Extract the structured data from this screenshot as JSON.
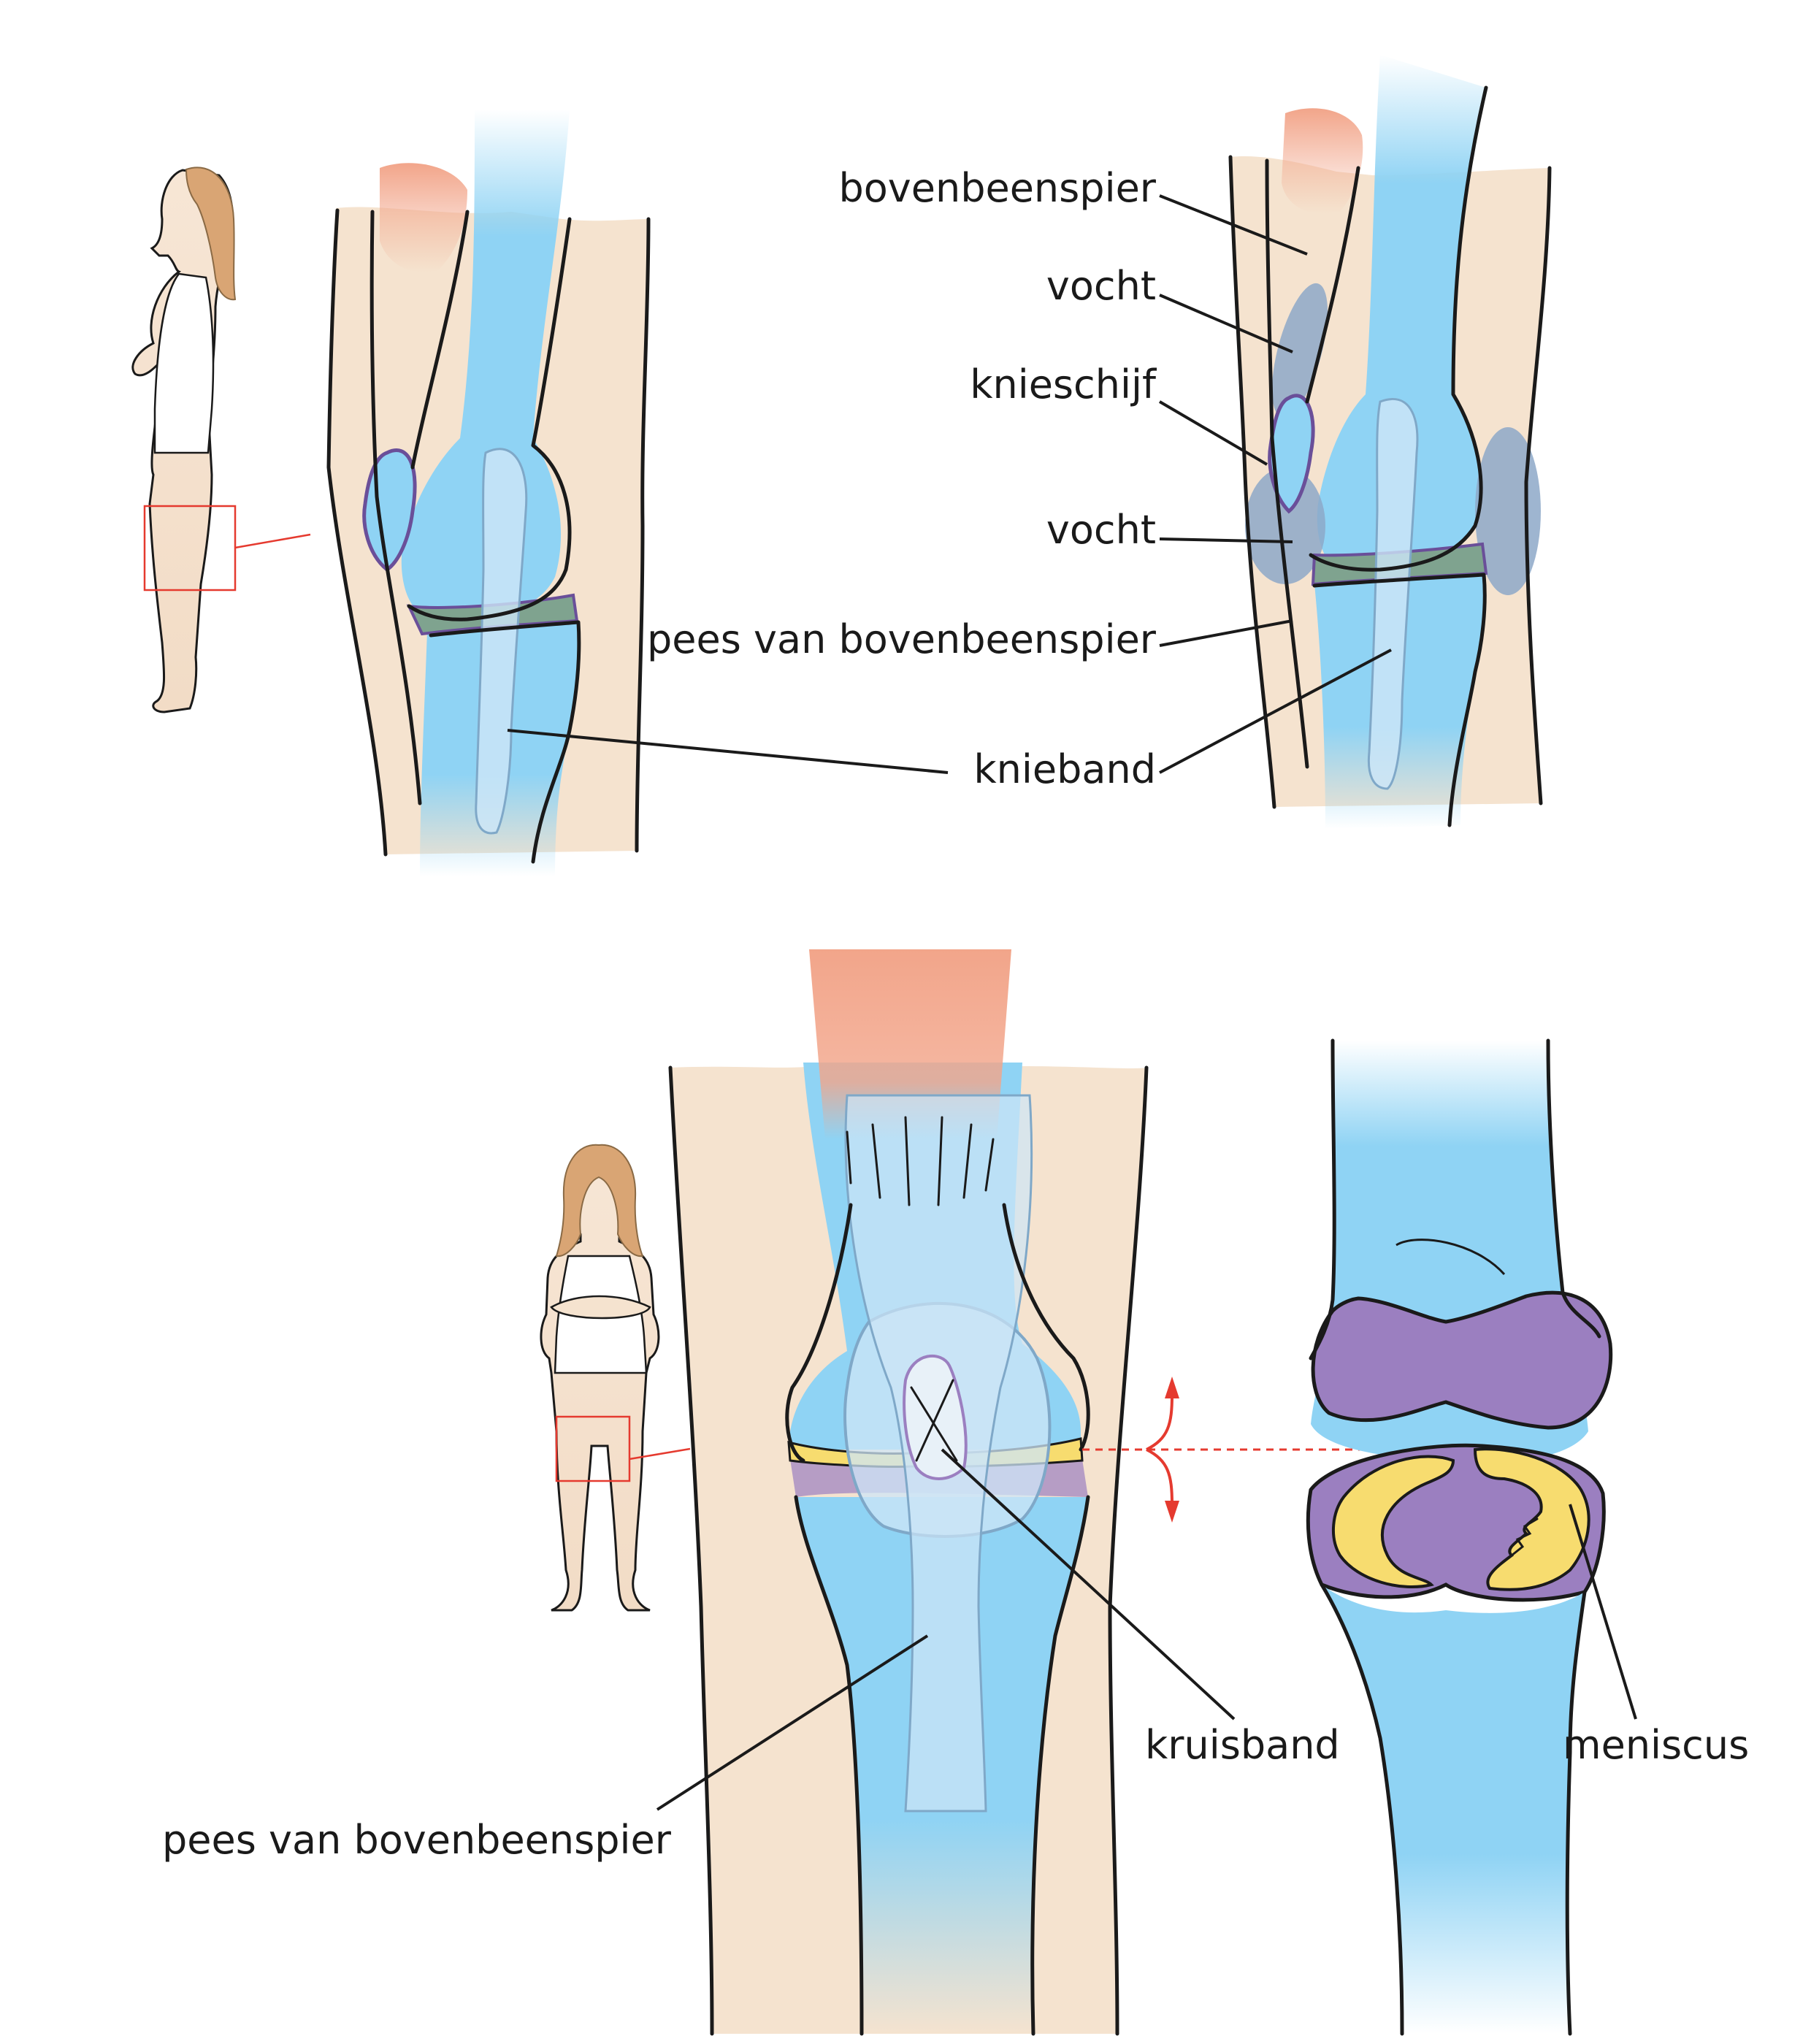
{
  "labels": {
    "bovenbeenspier": "bovenbeenspier",
    "vocht_top": "vocht",
    "knieschijf": "knieschijf",
    "vocht_bottom": "vocht",
    "pees_top": "pees van bovenbeenspier",
    "knieband": "knieband",
    "pees_bottom": "pees van bovenbeenspier",
    "kruisband": "kruisband",
    "meniscus": "meniscus"
  },
  "colors": {
    "skin": "#f5e3cf",
    "bone": "#8fd3f4",
    "muscle": "#f2a58a",
    "cartilage": "#9b7fc0",
    "meniscus": "#f7dc6f",
    "fluid": "#8da8c8",
    "marker": "#e53a2f"
  }
}
